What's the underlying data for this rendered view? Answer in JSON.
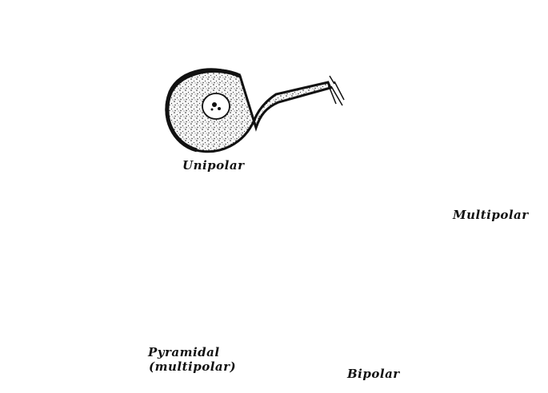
{
  "labels": {
    "unipolar": "Unipolar",
    "multipolar": "Multipolar",
    "pyramidal": "Pyramidal",
    "pyramidal_sub": "(multipolar)",
    "bipolar": "Bipolar"
  },
  "colors": {
    "ink": "#111111",
    "background": "#ffffff",
    "cytoplasm": "#f4f4f4"
  }
}
